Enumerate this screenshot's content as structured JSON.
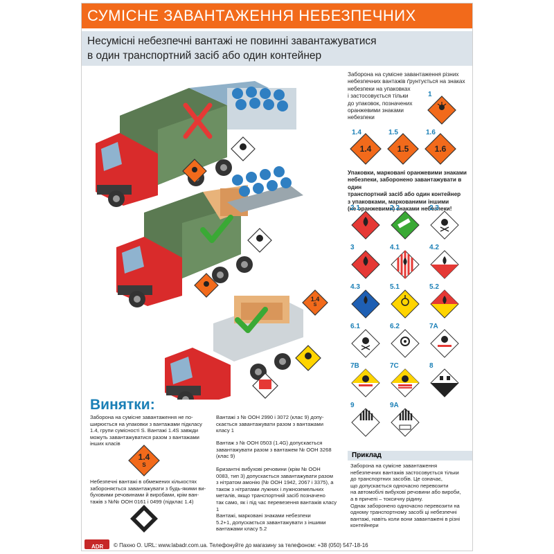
{
  "title": "СУМІСНЕ ЗАВАНТАЖЕННЯ НЕБЕЗПЕЧНИХ ВАНТАЖІВ",
  "subtitle": {
    "line1": "Несумісні небезпечні вантажі не повинні завантажуватися",
    "line2": "в один транспортний засіб або один контейнер"
  },
  "right_intro": [
    "Заборона на сумісне завантаження різних",
    "небезпечних вантажів ґрунтується на знаках",
    "небезпеки на упаковках",
    "і застосовується тільки",
    "до упаковок, позначених",
    "оранжевими знаками",
    "небезпеки"
  ],
  "orange_note": [
    "Упаковки, марковані оранжевими знаками",
    "небезпеки, заборонено завантажувати в один",
    "транспортний засіб або один контейнер",
    "з упаковками, маркованими іншими",
    "(не оранжевими) знаками небезпеки!"
  ],
  "orange_labels": [
    {
      "code": "1",
      "number": ""
    },
    {
      "code": "1.4",
      "number": "1.4"
    },
    {
      "code": "1.5",
      "number": "1.5"
    },
    {
      "code": "1.6",
      "number": "1.6"
    }
  ],
  "label_grid": [
    {
      "code": "2.1",
      "kind": "red-flame"
    },
    {
      "code": "2.2",
      "kind": "green"
    },
    {
      "code": "2.3",
      "kind": "white-skull"
    },
    {
      "code": "3",
      "kind": "red-flame"
    },
    {
      "code": "4.1",
      "kind": "striped"
    },
    {
      "code": "4.2",
      "kind": "half-red"
    },
    {
      "code": "4.3",
      "kind": "blue"
    },
    {
      "code": "5.1",
      "kind": "yellow"
    },
    {
      "code": "5.2",
      "kind": "red-yellow"
    },
    {
      "code": "6.1",
      "kind": "white-skull"
    },
    {
      "code": "6.2",
      "kind": "white-bio"
    },
    {
      "code": "7A",
      "kind": "radioactive-1"
    },
    {
      "code": "7B",
      "kind": "radioactive-2"
    },
    {
      "code": "7C",
      "kind": "radioactive-3"
    },
    {
      "code": "8",
      "kind": "corrosive"
    },
    {
      "code": "9",
      "kind": "class9"
    },
    {
      "code": "9A",
      "kind": "class9a"
    }
  ],
  "exceptions": {
    "title": "Винятки:",
    "items": [
      [
        "Заборона на сумісне завантаження не по-",
        "ширюється на упаковки з вантажами підкласу",
        "1.4, групи сумісності S. Вантажі 1.4S завжди",
        "можуть завантажуватися разом з вантажами",
        "інших класів"
      ],
      [
        "Небезпечні вантажі в обмежених кількостях",
        "забороняється завантажувати з будь-якими ви-",
        "буховими речовинами й виробами, крім ван-",
        "тажів з №№ ООН 0161 і 0499 (підклас 1.4)"
      ],
      [
        "Вантажі з № ООН 2990 і 3072 (клас 9) допу-",
        "скається завантажувати разом з вантажами",
        "класу 1"
      ],
      [
        "Вантаж з № ООН 0503 (1.4G) допускається",
        "завантажувати разом з вантажем № ООН 3268",
        "(клас 9)"
      ],
      [
        "Бризантні вибухові речовини (крім № ООН",
        "0083, тип 3) допускається завантажувати разом",
        "з нітратом амонію (№ ООН 1942, 2067 і 3375), а",
        "також з нітратами лужних і лужноземельних",
        "металів, якщо транспортний засіб позначено",
        "так само, як і під час перевезення вантажів класу 1"
      ],
      [
        "Вантажі, марковані знаками небезпеки",
        "5.2+1, допускається завантажувати з іншими",
        "вантажами класу 5.2"
      ]
    ]
  },
  "example": {
    "title": "Приклад",
    "lines": [
      "Заборона на сумісне завантаження",
      "небезпечних вантажів застосовується тільки",
      "до транспортних засобів. Це означає,",
      "що допускається одночасно перевозити",
      "на автомобілі вибухові речовини або вироби,",
      "а в причепі – токсичну рідину.",
      "Однак заборонено одночасно перевозити на",
      "одному транспортному засобі ці небезпечні",
      "вантажі, навіть коли вони завантажені в різні",
      "контейнери"
    ]
  },
  "exception_label": {
    "number": "1.4",
    "letter": "S"
  },
  "truck_labels": {
    "label_a": "1.4",
    "label_a_letter": "S"
  },
  "footer": {
    "logo": "ADR",
    "text": "© Пахно О. URL: www.labadr.com.ua. Телефонуйте до магазину за телефоном: +38 (050) 547-18-16"
  },
  "colors": {
    "brand_orange": "#f26a1b",
    "accent_blue": "#1a7fb6",
    "subtitle_bg": "#dbe3ea",
    "truck_red": "#d92b2b",
    "check_green": "#3aa935",
    "cross_red": "#e53935"
  }
}
